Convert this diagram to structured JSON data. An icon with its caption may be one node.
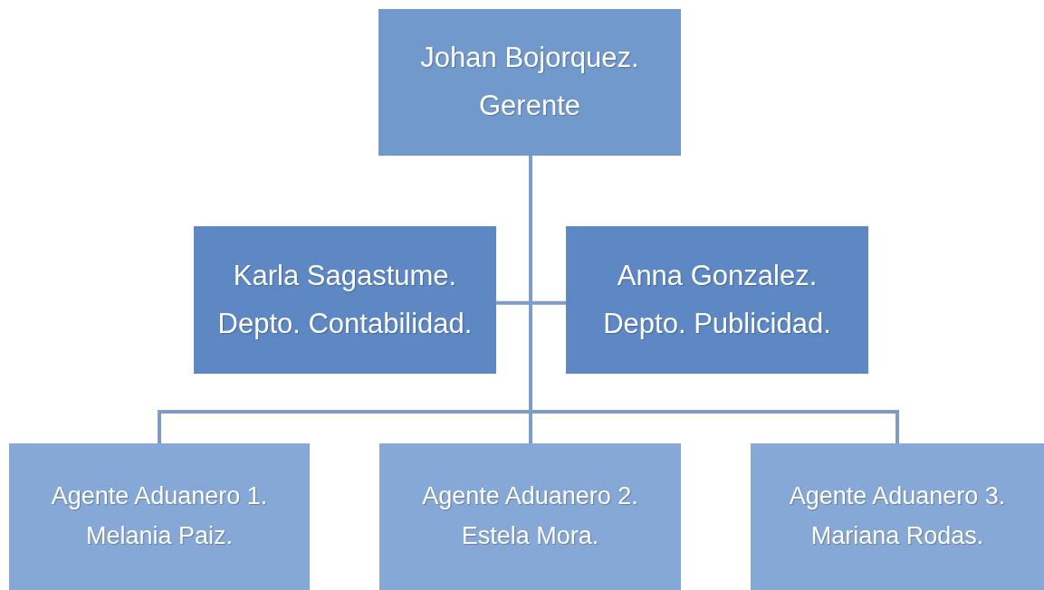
{
  "diagram": {
    "nodes": [
      {
        "text": [
          "Johan Bojorquez.",
          "Gerente"
        ]
      },
      {
        "text": [
          "Karla Sagastume.",
          "Depto. Contabilidad."
        ]
      },
      {
        "text": [
          "Anna Gonzalez.",
          "Depto. Publicidad."
        ]
      },
      {
        "text": [
          "Agente Aduanero 1.",
          "Melania Paiz."
        ]
      },
      {
        "text": [
          "Agente Aduanero 2.",
          "Estela Mora."
        ]
      },
      {
        "text": [
          "Agente Aduanero 3.",
          "Mariana Rodas."
        ]
      }
    ],
    "edges": [
      {
        "from": 0,
        "to": 1,
        "arrow": "none"
      },
      {
        "from": 0,
        "to": 2,
        "arrow": "none"
      },
      {
        "from": 0,
        "to": 3,
        "arrow": "none"
      },
      {
        "from": 0,
        "to": 4,
        "arrow": "none"
      },
      {
        "from": 0,
        "to": 5,
        "arrow": "none"
      }
    ]
  }
}
